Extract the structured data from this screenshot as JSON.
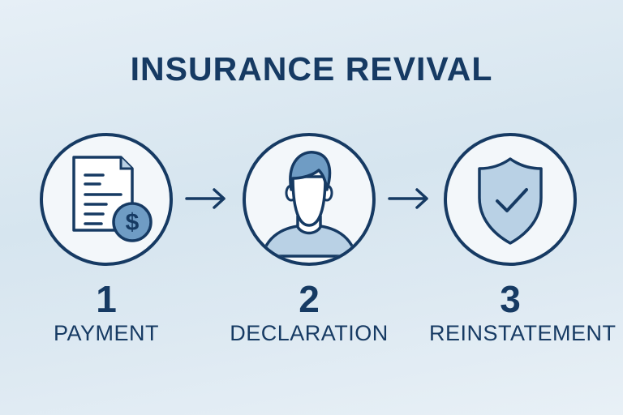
{
  "title": "INSURANCE REVIVAL",
  "steps": [
    {
      "number": "1",
      "label": "PAYMENT",
      "icon": "document-dollar-icon"
    },
    {
      "number": "2",
      "label": "DECLARATION",
      "icon": "person-icon"
    },
    {
      "number": "3",
      "label": "REINSTATEMENT",
      "icon": "shield-check-icon"
    }
  ],
  "colors": {
    "primary": "#163a63",
    "accent": "#6f9cc4",
    "light": "#b9d1e5"
  }
}
